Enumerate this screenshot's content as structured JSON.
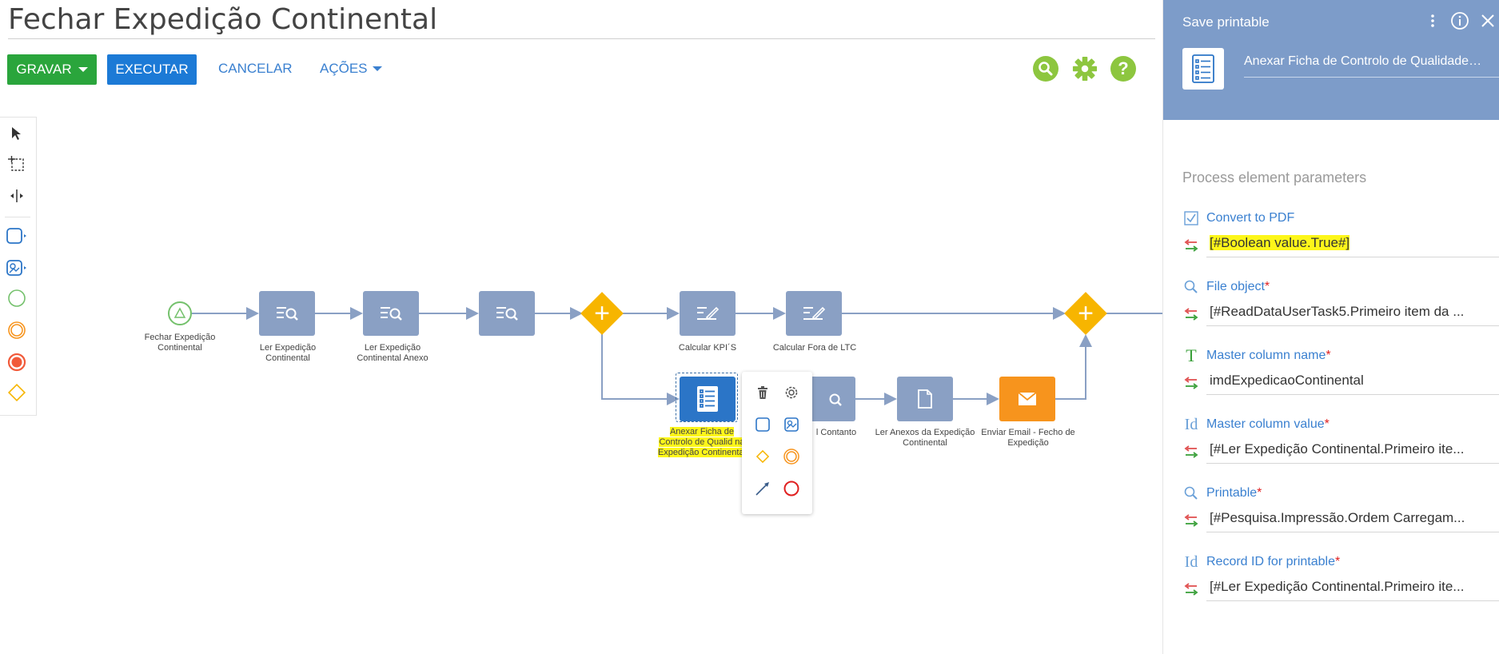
{
  "page": {
    "title": "Fechar Expedição Continental"
  },
  "toolbar": {
    "gravar_label": "GRAVAR",
    "executar_label": "EXECUTAR",
    "cancelar_label": "CANCELAR",
    "acoes_label": "AÇÕES"
  },
  "top_icons": [
    "search-icon",
    "gear-icon",
    "help-icon"
  ],
  "colors": {
    "green": "#2aa53c",
    "blue": "#1c7ad6",
    "task": "#8aa0c4",
    "task_selected": "#2b75c7",
    "email": "#f7941d",
    "gateway": "#f7b500",
    "panel_header": "#7d9cc9",
    "highlight": "#fdf61a"
  },
  "diagram": {
    "nodes": {
      "start": "Fechar Expedição Continental",
      "task1": "Ler Expedição Continental",
      "task2": "Ler Expedição Continental Anexo",
      "task4": "Calcular KPI´S",
      "task5": "Calcular Fora de LTC",
      "selected": "Anexar Ficha de Controlo de Qualid na Expedição Continental",
      "task7": "l Contanto",
      "task8": "Ler Anexos da Expedição Continental",
      "task9": "Enviar Email - Fecho de Expedição"
    }
  },
  "panel": {
    "title": "Save printable",
    "element_name": "Anexar Ficha de Controlo de Qualidade n...",
    "section_title": "Process element parameters",
    "params": [
      {
        "label": "Convert to PDF",
        "required": false,
        "value": "[#Boolean value.True#]",
        "icon": "checkbox-icon"
      },
      {
        "label": "File object",
        "required": true,
        "value": "[#ReadDataUserTask5.Primeiro item da ...",
        "icon": "search-icon"
      },
      {
        "label": "Master column name",
        "required": true,
        "value": "imdExpedicaoContinental",
        "icon": "text-icon"
      },
      {
        "label": "Master column value",
        "required": true,
        "value": "[#Ler Expedição Continental.Primeiro ite...",
        "icon": "id-icon"
      },
      {
        "label": "Printable",
        "required": true,
        "value": "[#Pesquisa.Impressão.Ordem Carregam...",
        "icon": "search-icon"
      },
      {
        "label": "Record ID for printable",
        "required": true,
        "value": "[#Ler Expedição Continental.Primeiro ite...",
        "icon": "id-icon"
      }
    ],
    "required_mark": "*",
    "param_icon_text": {
      "T": "T",
      "Id": "Id"
    }
  }
}
